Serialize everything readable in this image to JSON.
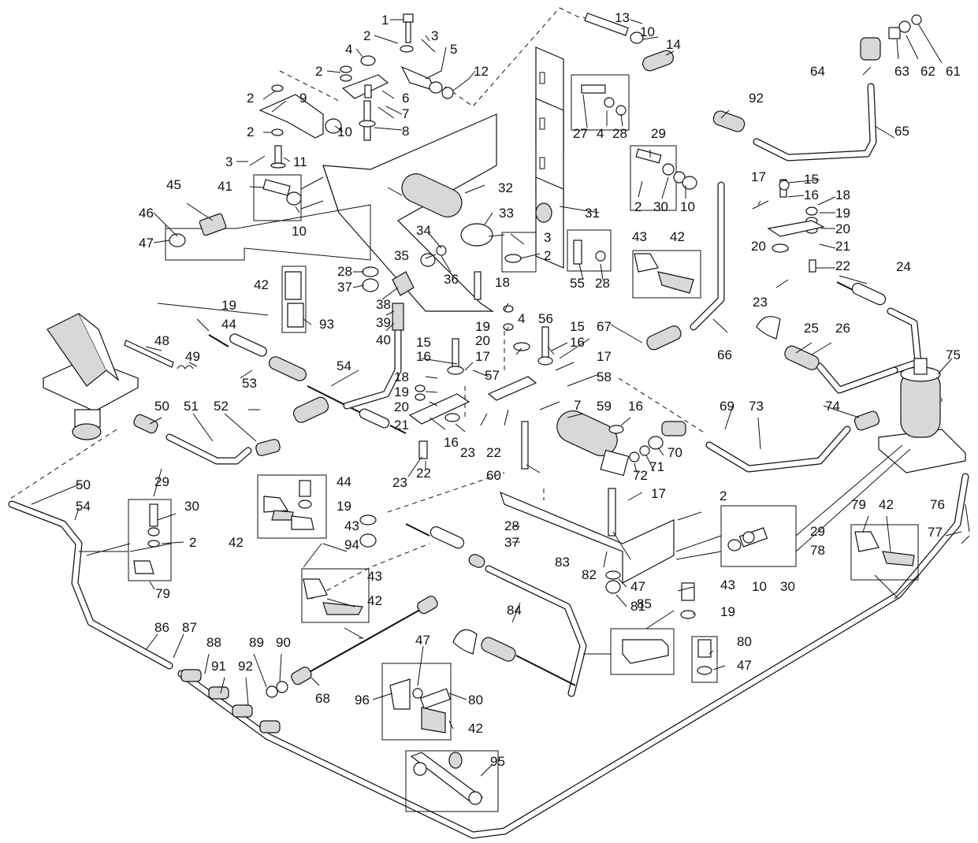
{
  "labels": [
    "1",
    "2",
    "3",
    "4",
    "5",
    "6",
    "7",
    "8",
    "9",
    "10",
    "11",
    "12",
    "13",
    "14",
    "15",
    "16",
    "17",
    "18",
    "19",
    "20",
    "21",
    "22",
    "23",
    "24",
    "25",
    "26",
    "27",
    "28",
    "29",
    "30",
    "31",
    "32",
    "33",
    "34",
    "35",
    "36",
    "37",
    "38",
    "39",
    "40",
    "41",
    "42",
    "43",
    "44",
    "45",
    "46",
    "47",
    "48",
    "49",
    "50",
    "51",
    "52",
    "53",
    "54",
    "55",
    "56",
    "57",
    "58",
    "59",
    "60",
    "61",
    "62",
    "63",
    "64",
    "65",
    "66",
    "67",
    "68",
    "69",
    "70",
    "71",
    "72",
    "73",
    "74",
    "75",
    "76",
    "77",
    "78",
    "79",
    "80",
    "81",
    "82",
    "83",
    "84",
    "85",
    "86",
    "87",
    "88",
    "89",
    "90",
    "91",
    "92",
    "93",
    "94",
    "95",
    "96"
  ]
}
